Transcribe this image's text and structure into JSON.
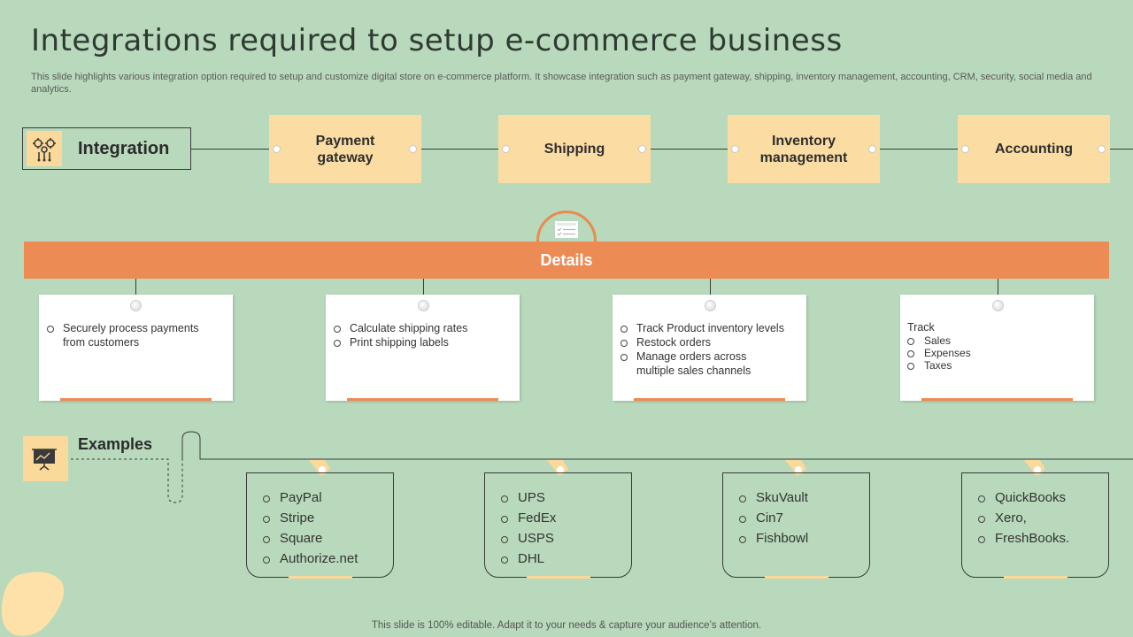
{
  "title": "Integrations required to setup e-commerce business",
  "subtitle": "This slide highlights various integration option required to setup and customize digital store on e-commerce platform. It showcase integration such as payment gateway, shipping, inventory management, accounting, CRM, security, social media and analytics.",
  "integration": {
    "label": "Integration",
    "icon": "gears-icon"
  },
  "integrations": [
    {
      "label_line1": "Payment",
      "label_line2": "gateway"
    },
    {
      "label_line1": "Shipping",
      "label_line2": ""
    },
    {
      "label_line1": "Inventory",
      "label_line2": "management"
    },
    {
      "label_line1": "Accounting",
      "label_line2": ""
    }
  ],
  "details": {
    "label": "Details",
    "icon": "checklist-icon"
  },
  "detail_cards": [
    {
      "items": [
        "Securely process payments from customers"
      ]
    },
    {
      "items": [
        "Calculate shipping rates",
        "Print shipping labels"
      ]
    },
    {
      "items": [
        "Track Product inventory  levels",
        "Restock orders",
        "Manage orders across multiple sales channels"
      ]
    },
    {
      "heading": "Track",
      "items": [
        "Sales",
        "Expenses",
        "Taxes"
      ]
    }
  ],
  "examples": {
    "label": "Examples",
    "icon": "presentation-board-icon",
    "cards": [
      [
        "PayPal",
        "Stripe",
        "Square",
        "Authorize.net"
      ],
      [
        "UPS",
        "FedEx",
        "USPS",
        "DHL"
      ],
      [
        "SkuVault",
        "Cin7",
        "Fishbowl"
      ],
      [
        "QuickBooks",
        "Xero,",
        "FreshBooks."
      ]
    ]
  },
  "footer": "This slide is 100% editable. Adapt it to your needs & capture your audience’s attention.",
  "colors": {
    "background": "#b8d9bb",
    "accent_orange": "#ec8b54",
    "accent_yellow": "#fbdca3"
  }
}
